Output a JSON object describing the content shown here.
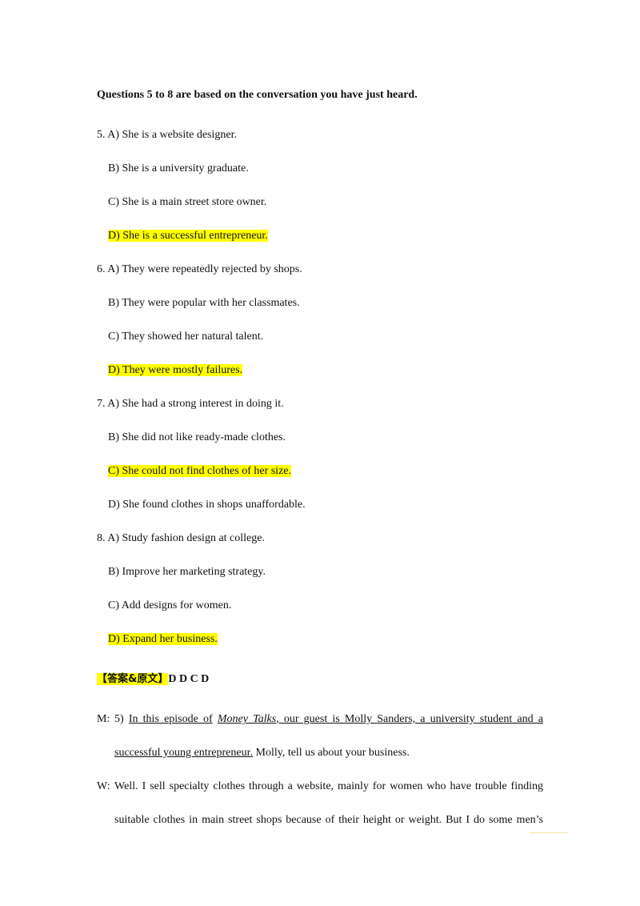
{
  "heading": "Questions 5 to 8 are based on the conversation you have just heard.",
  "questions": [
    {
      "number": "5.",
      "options": [
        {
          "text": "A) She is a website designer.",
          "highlight": false
        },
        {
          "text": "B) She is a university graduate.",
          "highlight": false
        },
        {
          "text": "C) She is a main street store owner.",
          "highlight": false
        },
        {
          "text": "D) She is a successful entrepreneur.",
          "highlight": true
        }
      ]
    },
    {
      "number": "6.",
      "options": [
        {
          "text": "A) They were repeatedly rejected by shops.",
          "highlight": false
        },
        {
          "text": "B) They were popular with her classmates.",
          "highlight": false
        },
        {
          "text": "C) They showed her natural talent.",
          "highlight": false
        },
        {
          "text": "D) They were mostly failures.",
          "highlight": true
        }
      ]
    },
    {
      "number": "7.",
      "options": [
        {
          "text": "A) She had a strong interest in doing it.",
          "highlight": false
        },
        {
          "text": "B) She did not like ready-made clothes.",
          "highlight": false
        },
        {
          "text": "C) She could not find clothes of her size.",
          "highlight": true
        },
        {
          "text": "D) She found clothes in shops unaffordable.",
          "highlight": false
        }
      ]
    },
    {
      "number": "8.",
      "options": [
        {
          "text": "A) Study fashion design at college.",
          "highlight": false
        },
        {
          "text": "B) Improve her marketing strategy.",
          "highlight": false
        },
        {
          "text": "C) Add designs for women.",
          "highlight": false
        },
        {
          "text": "D) Expand her business.",
          "highlight": true
        }
      ]
    }
  ],
  "answer": {
    "label": "【答案&原文】",
    "letters": "D D C D"
  },
  "transcript": {
    "m": {
      "speaker": "M:",
      "num": "5)",
      "u1": "In this episode of",
      "show": "Money Talks",
      "u2": ", our guest is Molly Sanders, a university student and a",
      "u3": "successful young entrepreneur.",
      "rest": " Molly, tell us about your business."
    },
    "w": {
      "speaker": "W:",
      "line1": "Well. I sell specialty clothes through a website, mainly for women who have trouble finding",
      "line2": "suitable clothes in main street shops because of their height or weight. But I do some men’s"
    }
  }
}
